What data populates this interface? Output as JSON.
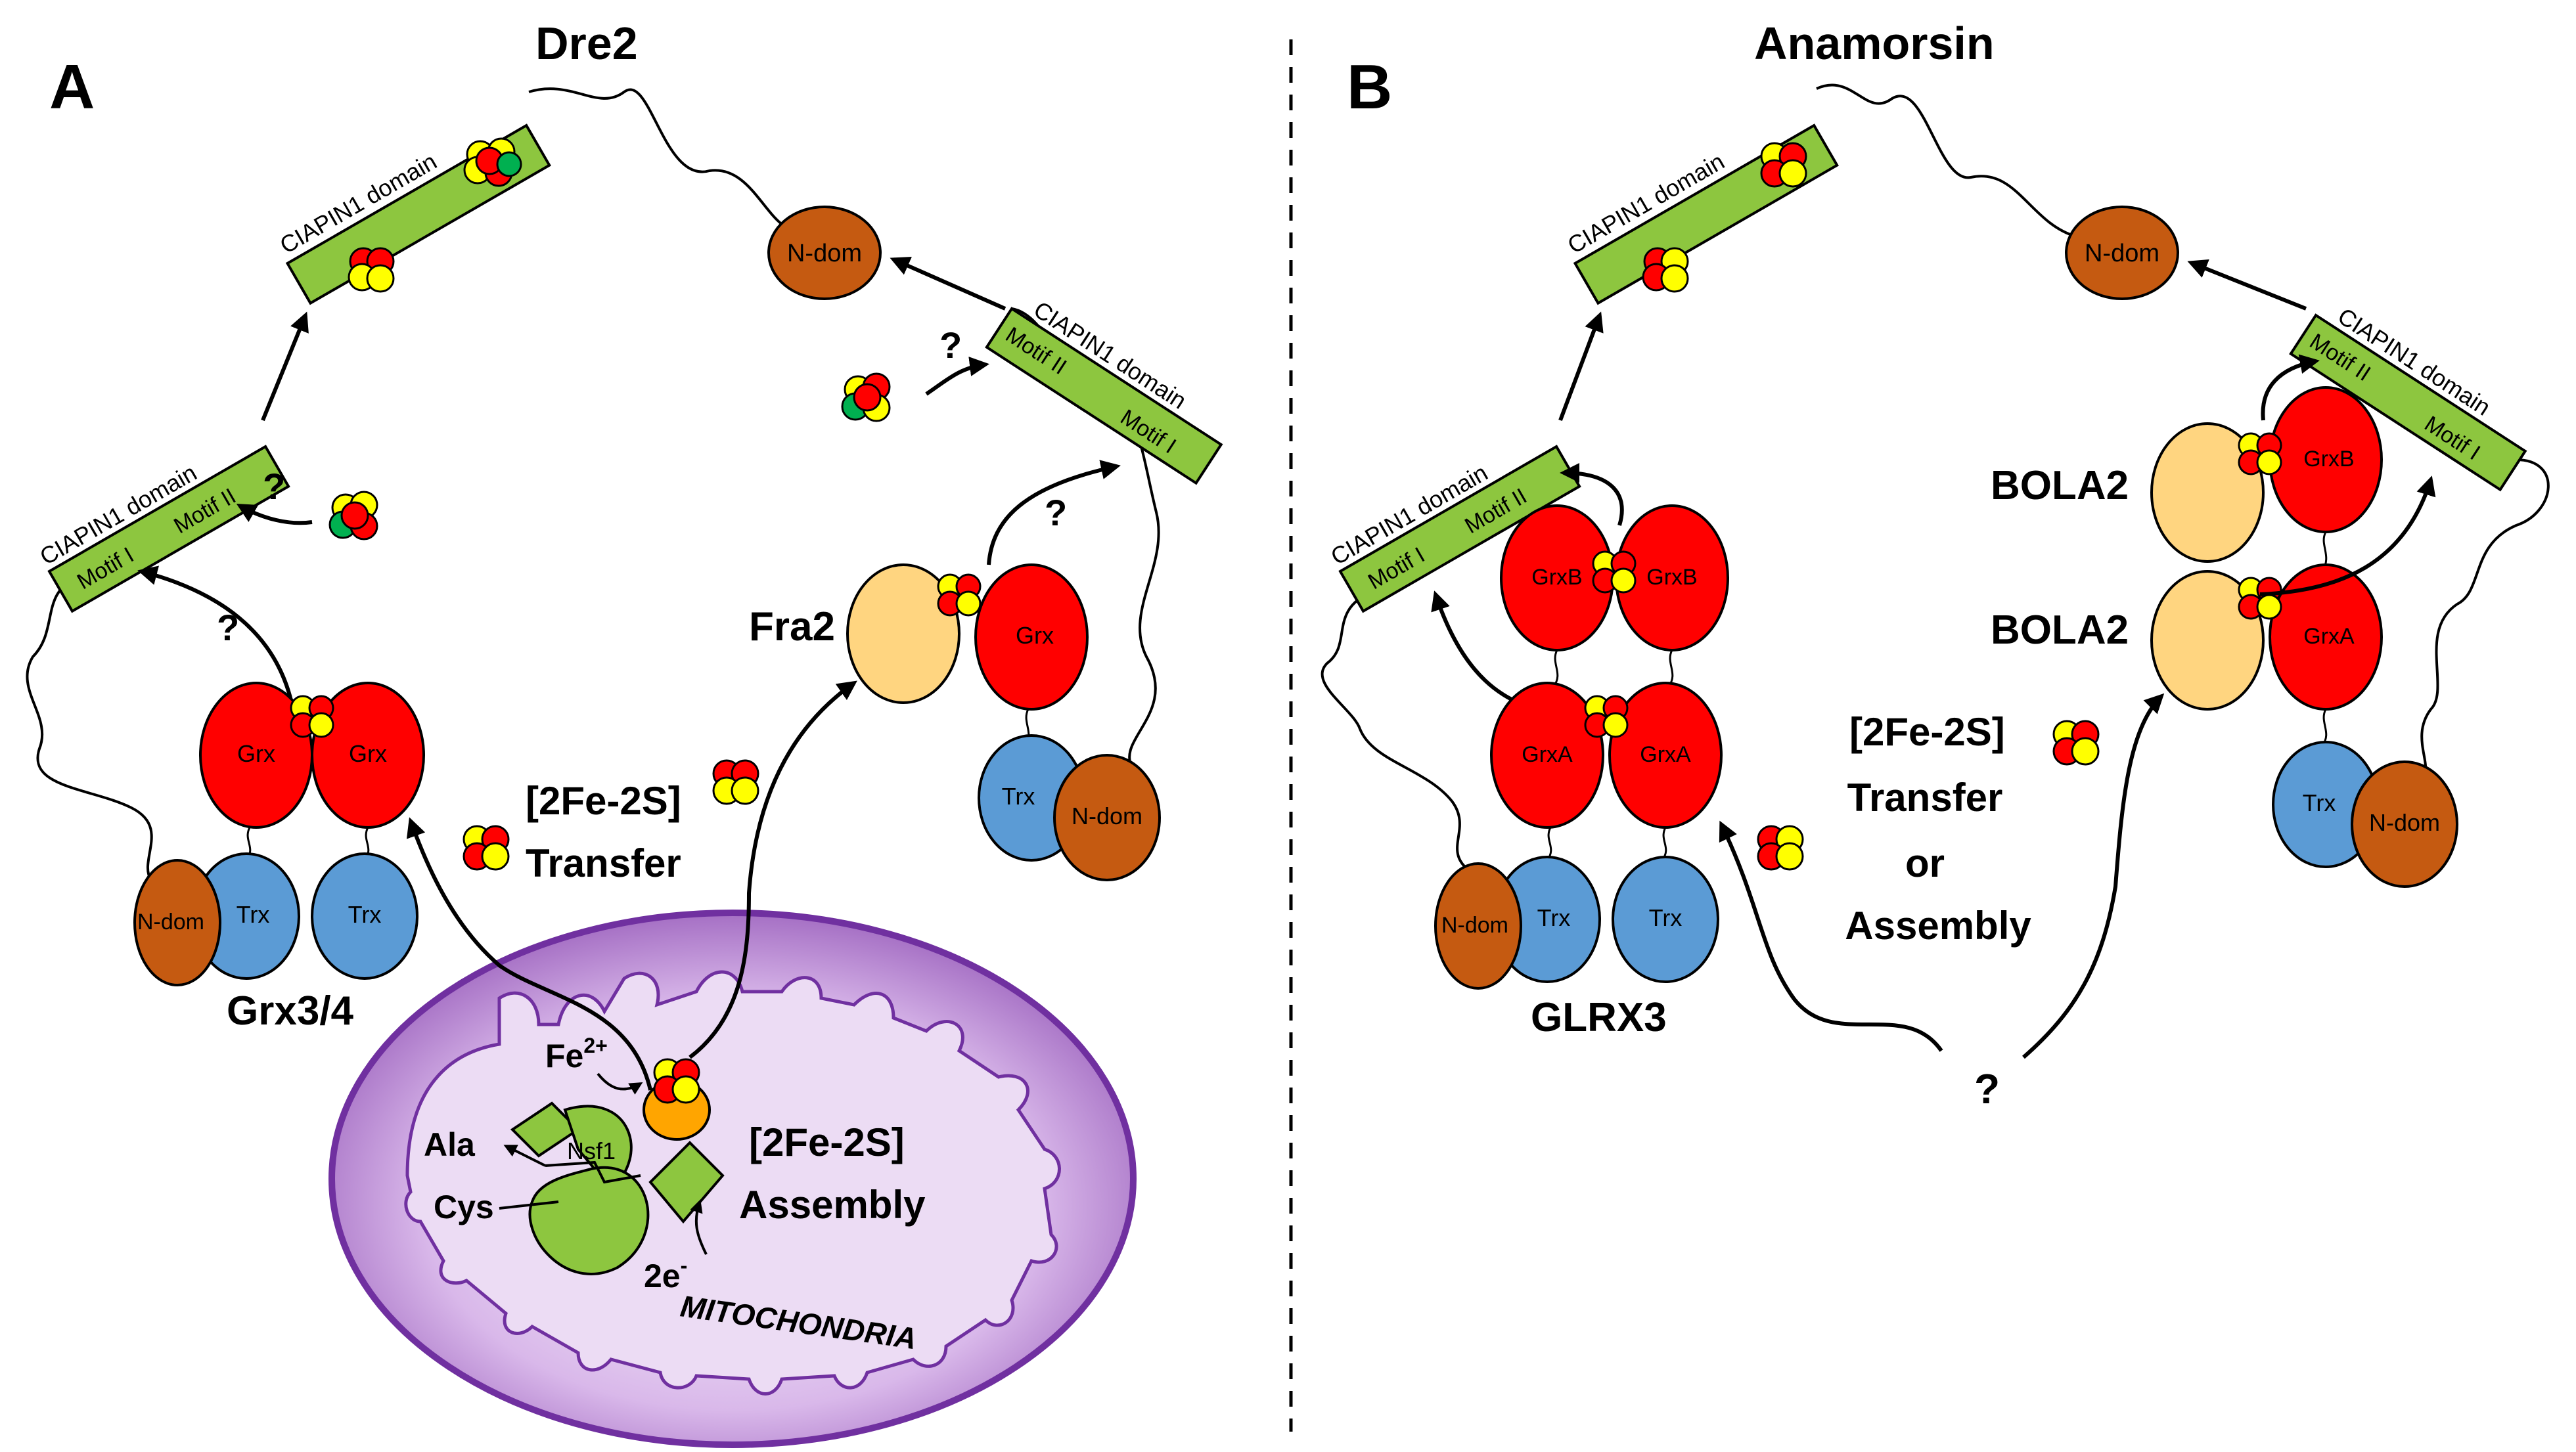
{
  "panel_a": {
    "letter": "A",
    "protein_title": "Dre2",
    "ciapin_label": "CIAPIN1 domain",
    "motif_i": "Motif I",
    "motif_ii": "Motif II",
    "ndom": "N-dom",
    "grx": "Grx",
    "trx": "Trx",
    "grx34_label": "Grx3/4",
    "fra2_label": "Fra2",
    "question": "?",
    "cluster_label": "[2Fe-2S]",
    "transfer_label": "Transfer",
    "fe_label": "Fe",
    "fe_charge": "2+",
    "ala": "Ala",
    "cys": "Cys",
    "nsf1": "Nsf1",
    "two_e": "2e",
    "two_e_sup": "-",
    "assembly_cluster": "[2Fe-2S]",
    "assembly_label": "Assembly",
    "mito_label": "MITOCHONDRIA"
  },
  "panel_b": {
    "letter": "B",
    "protein_title": "Anamorsin",
    "ciapin_label": "CIAPIN1 domain",
    "motif_i": "Motif I",
    "motif_ii": "Motif II",
    "ndom": "N-dom",
    "grxa": "GrxA",
    "grxb": "GrxB",
    "trx": "Trx",
    "glrx3_label": "GLRX3",
    "bola2_top": "BOLA2",
    "bola2_bottom": "BOLA2",
    "cluster_label": "[2Fe-2S]",
    "transfer_label": "Transfer",
    "or_label": "or",
    "assembly_label": "Assembly",
    "question": "?"
  },
  "colors": {
    "ciapin_green": "#8dc63f",
    "grx_red": "#ff0000",
    "trx_blue": "#5b9bd5",
    "ndom_brown": "#c55a11",
    "bola_yellow": "#ffd580",
    "cluster_yellow": "#ffff00",
    "mito_purple": "#7030a0"
  }
}
